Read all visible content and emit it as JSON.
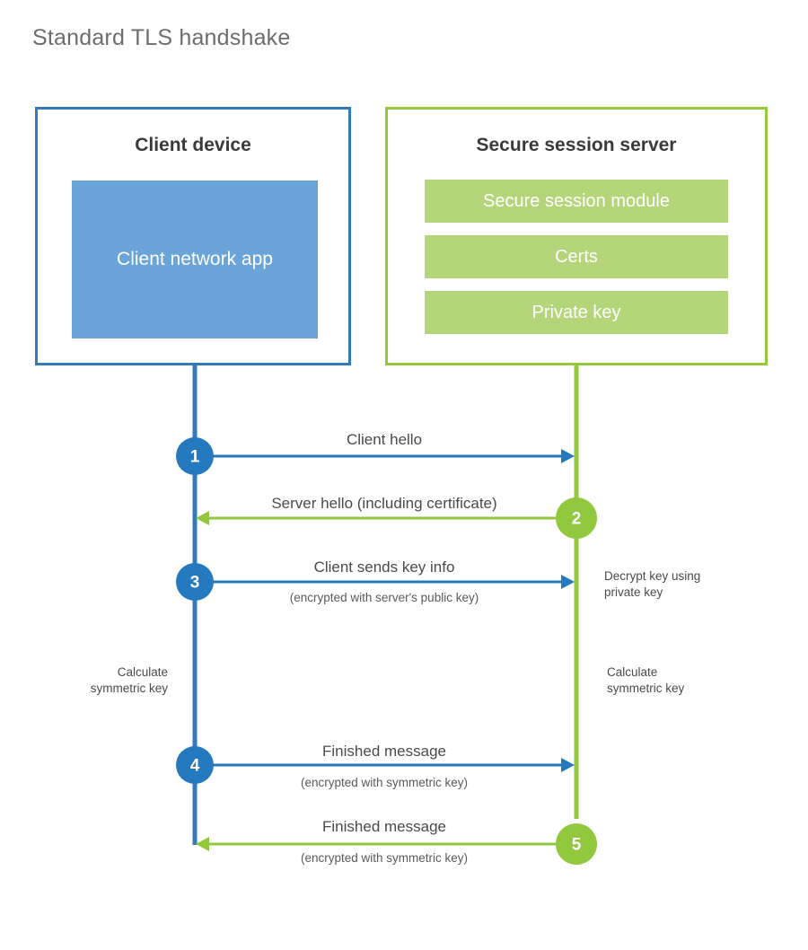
{
  "title": "Standard TLS handshake",
  "colors": {
    "client_blue": "#3479b8",
    "client_app_fill": "#6aa4d8",
    "server_green": "#95c93d",
    "server_module_fill": "#b5d57a",
    "step_blue": "#2579be",
    "step_green": "#92c83e",
    "title_gray": "#6d6d6d",
    "text_gray": "#4a4a4a"
  },
  "parties": {
    "client": {
      "title": "Client device",
      "app_label": "Client network app"
    },
    "server": {
      "title": "Secure session server",
      "modules": [
        {
          "label": "Secure session module"
        },
        {
          "label": "Certs"
        },
        {
          "label": "Private key"
        }
      ]
    }
  },
  "steps": [
    {
      "number": "1",
      "label": "Client hello",
      "sublabel": "",
      "direction": "client-to-server",
      "color": "#2579be"
    },
    {
      "number": "2",
      "label": "Server hello (including certificate)",
      "sublabel": "",
      "direction": "server-to-client",
      "color": "#92c83e"
    },
    {
      "number": "3",
      "label": "Client sends key info",
      "sublabel": "(encrypted with server's public key)",
      "direction": "client-to-server",
      "color": "#2579be"
    },
    {
      "number": "4",
      "label": "Finished message",
      "sublabel": "(encrypted with symmetric key)",
      "direction": "client-to-server",
      "color": "#2579be"
    },
    {
      "number": "5",
      "label": "Finished message",
      "sublabel": "(encrypted with symmetric key)",
      "direction": "server-to-client",
      "color": "#92c83e"
    }
  ],
  "annotations": {
    "decrypt_note_line1": "Decrypt key using",
    "decrypt_note_line2": "private key",
    "client_calc_line1": "Calculate",
    "client_calc_line2": "symmetric key",
    "server_calc_line1": "Calculate",
    "server_calc_line2": "symmetric key"
  }
}
